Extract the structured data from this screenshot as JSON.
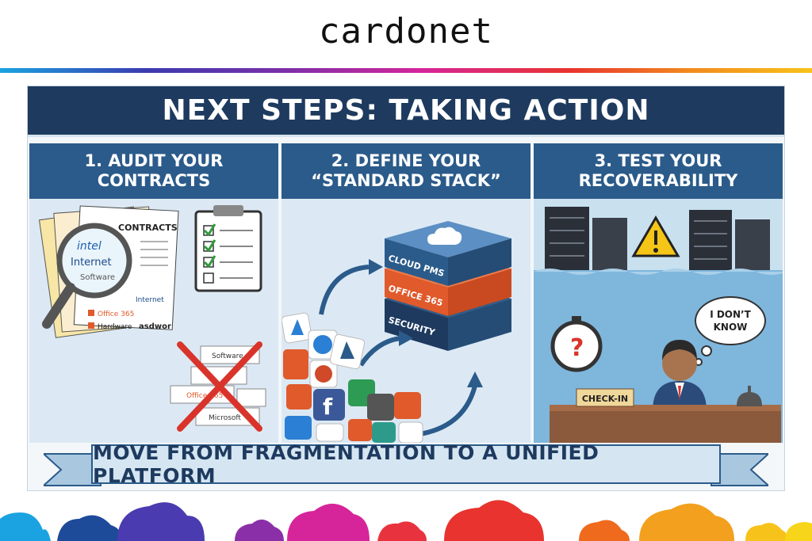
{
  "brand": {
    "name": "cardonet"
  },
  "slide": {
    "title": "NEXT STEPS: TAKING ACTION",
    "ribbon": "MOVE FROM FRAGMENTATION TO A UNIFIED PLATFORM"
  },
  "columns": [
    {
      "line1": "1. AUDIT YOUR",
      "line2": "CONTRACTS",
      "doc_title": "CONTRACTS",
      "vendors": [
        "intel",
        "Internet",
        "Software",
        "Internet",
        "Office 365",
        "Hardware",
        "asdwor"
      ],
      "crossed_labels": [
        "Software",
        "Office 365",
        "Microsoft"
      ]
    },
    {
      "line1": "2. DEFINE YOUR",
      "line2": "“STANDARD STACK”",
      "stack": [
        "CLOUD PMS",
        "OFFICE 365",
        "SECURITY"
      ]
    },
    {
      "line1": "3. TEST YOUR",
      "line2": "RECOVERABILITY",
      "bubble_line1": "I DON’T",
      "bubble_line2": "KNOW",
      "desk_sign": "CHECK-IN"
    }
  ],
  "colors": {
    "navy": "#1e3a5f",
    "header_blue": "#2b5b8a",
    "light_blue": "#dce9f4",
    "office_orange": "#e05a2b",
    "warning_yellow": "#f5c518",
    "cross_red": "#d9342b"
  }
}
